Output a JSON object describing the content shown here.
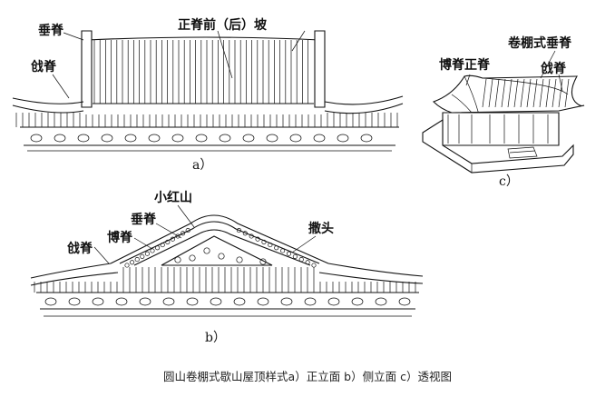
{
  "labels": {
    "a_chuiji": "垂脊",
    "a_qiangji": "戗脊",
    "a_zhengji": "正脊前（后）坡",
    "b_xiaohongshan": "小红山",
    "b_chuiji": "垂脊",
    "b_boji": "博脊",
    "b_qiangji": "戗脊",
    "b_chetou": "撒头",
    "c_juanpeng": "卷棚式垂脊",
    "c_bojizheng": "博脊正脊",
    "c_qiangji": "戗脊"
  },
  "sublabels": {
    "a": "a）",
    "b": "b）",
    "c": "c）"
  },
  "caption": "圆山卷棚式歇山屋顶样式a）正立面 b）侧立面 c）透视图"
}
